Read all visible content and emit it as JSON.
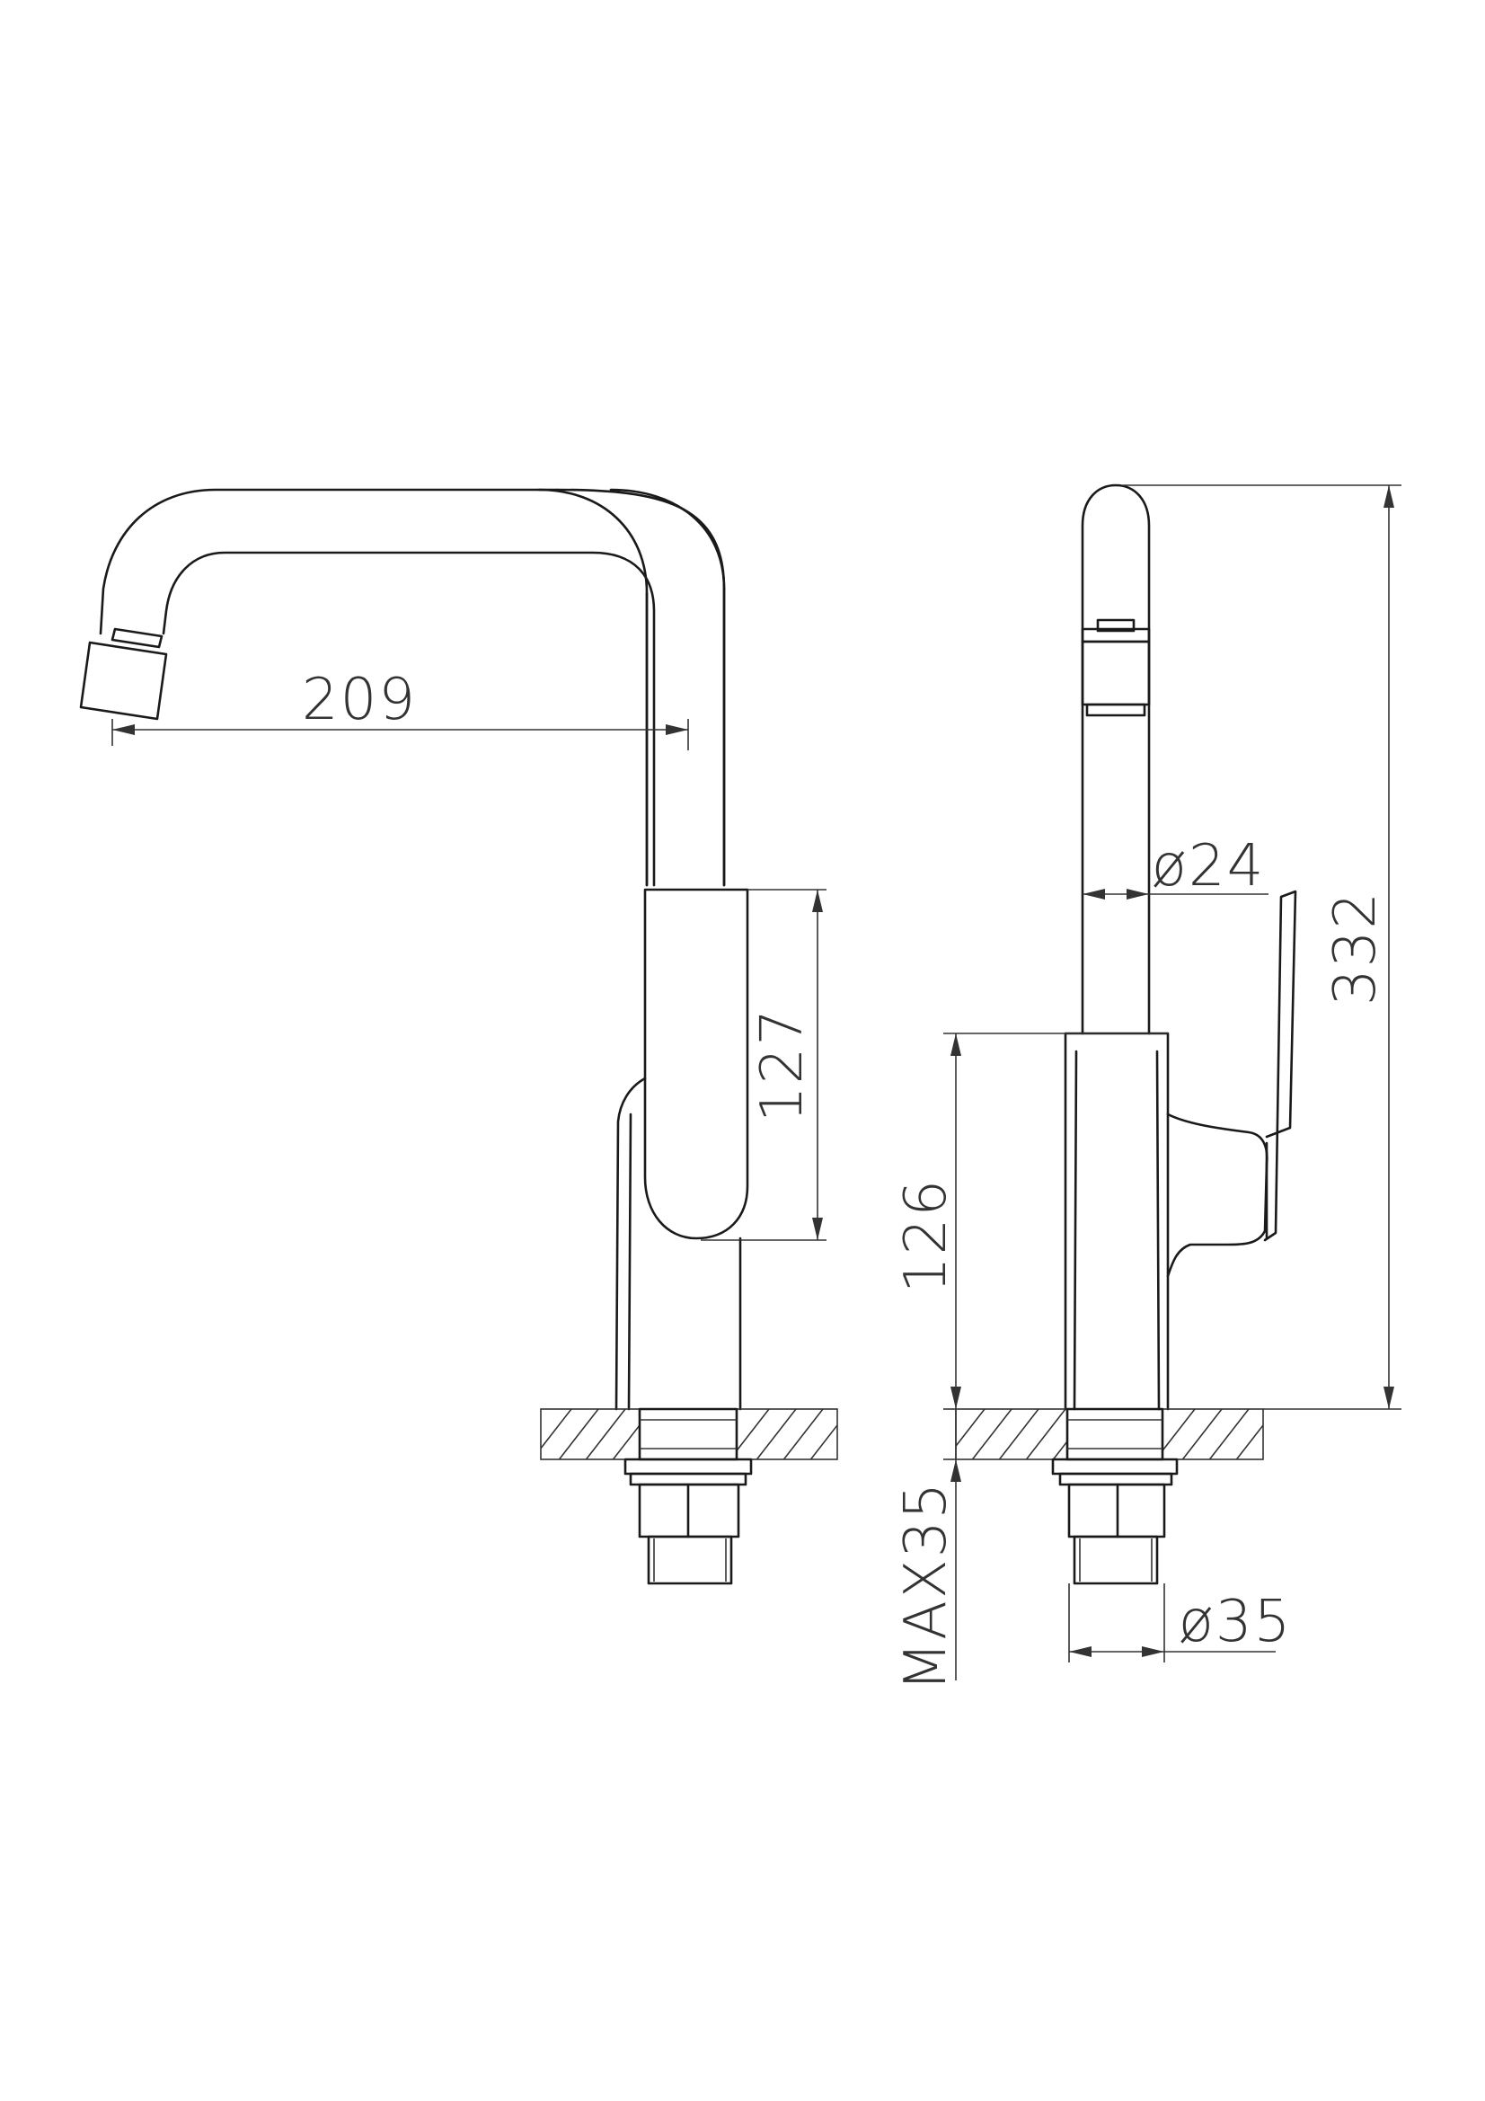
{
  "dimensions": {
    "spout_reach": "209",
    "lever_height": "127",
    "body_height": "126",
    "total_height": "332",
    "spout_diameter": "ø24",
    "max_deck_thickness": "MAX35",
    "shank_diameter": "ø35"
  }
}
